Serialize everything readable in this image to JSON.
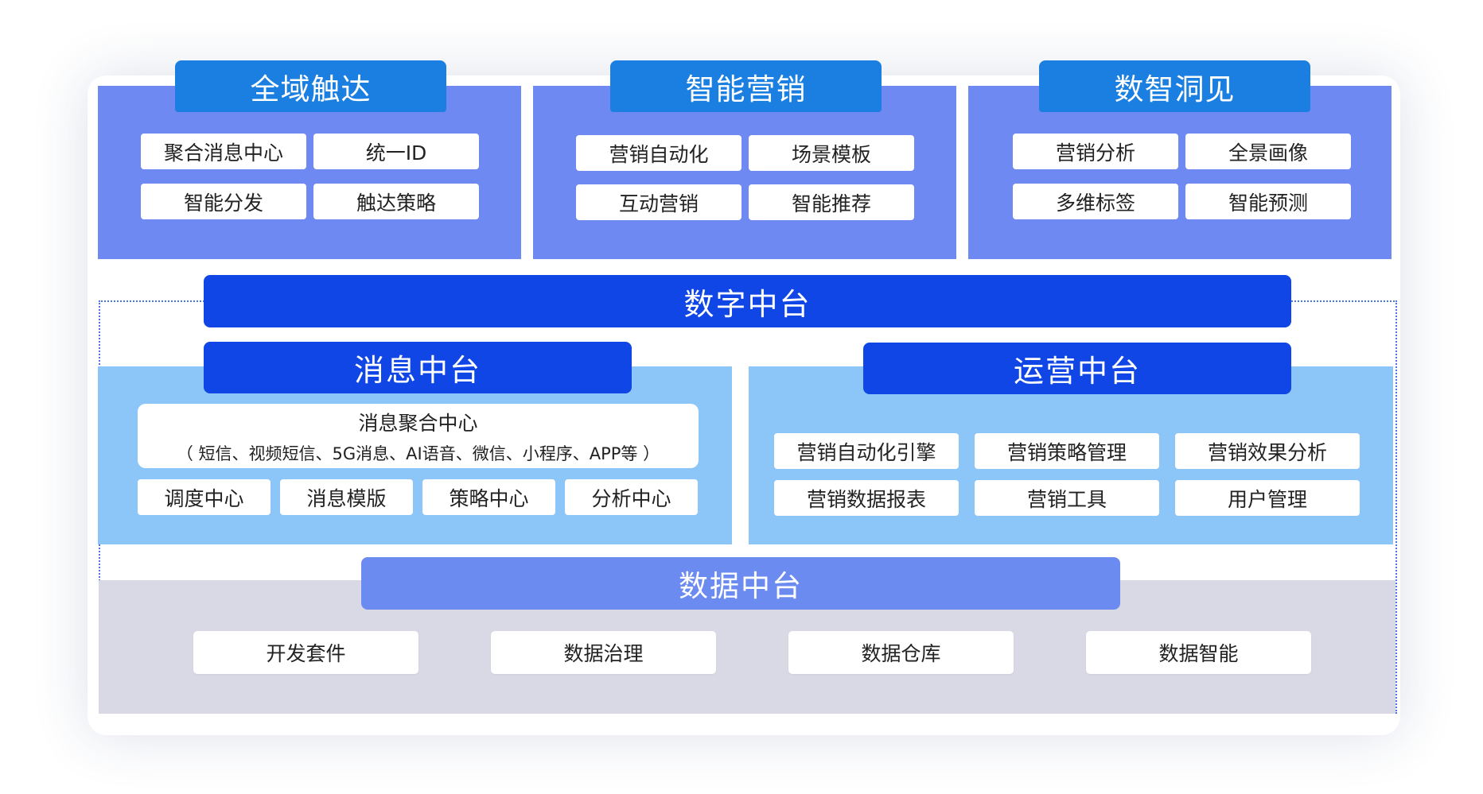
{
  "colors": {
    "top_panel": "#6f89f2",
    "top_tab": "#1a7fe0",
    "banner": "#1046e6",
    "mid_panel": "#8cc6f8",
    "bottom_panel": "#d9d9e6",
    "data_bar": "#6c8bf0"
  },
  "top": [
    {
      "title": "全域触达",
      "items": [
        "聚合消息中心",
        "统一ID",
        "智能分发",
        "触达策略"
      ]
    },
    {
      "title": "智能营销",
      "items": [
        "营销自动化",
        "场景模板",
        "互动营销",
        "智能推荐"
      ]
    },
    {
      "title": "数智洞见",
      "items": [
        "营销分析",
        "全景画像",
        "多维标签",
        "智能预测"
      ]
    }
  ],
  "digital": {
    "title": "数字中台"
  },
  "message": {
    "title": "消息中台",
    "center_title": "消息聚合中心",
    "center_sub": "（ 短信、视频短信、5G消息、AI语音、微信、小程序、APP等 ）",
    "items": [
      "调度中心",
      "消息模版",
      "策略中心",
      "分析中心"
    ]
  },
  "operation": {
    "title": "运营中台",
    "items": [
      "营销自动化引擎",
      "营销策略管理",
      "营销效果分析",
      "营销数据报表",
      "营销工具",
      "用户管理"
    ]
  },
  "data": {
    "title": "数据中台",
    "items": [
      "开发套件",
      "数据治理",
      "数据仓库",
      "数据智能"
    ]
  }
}
